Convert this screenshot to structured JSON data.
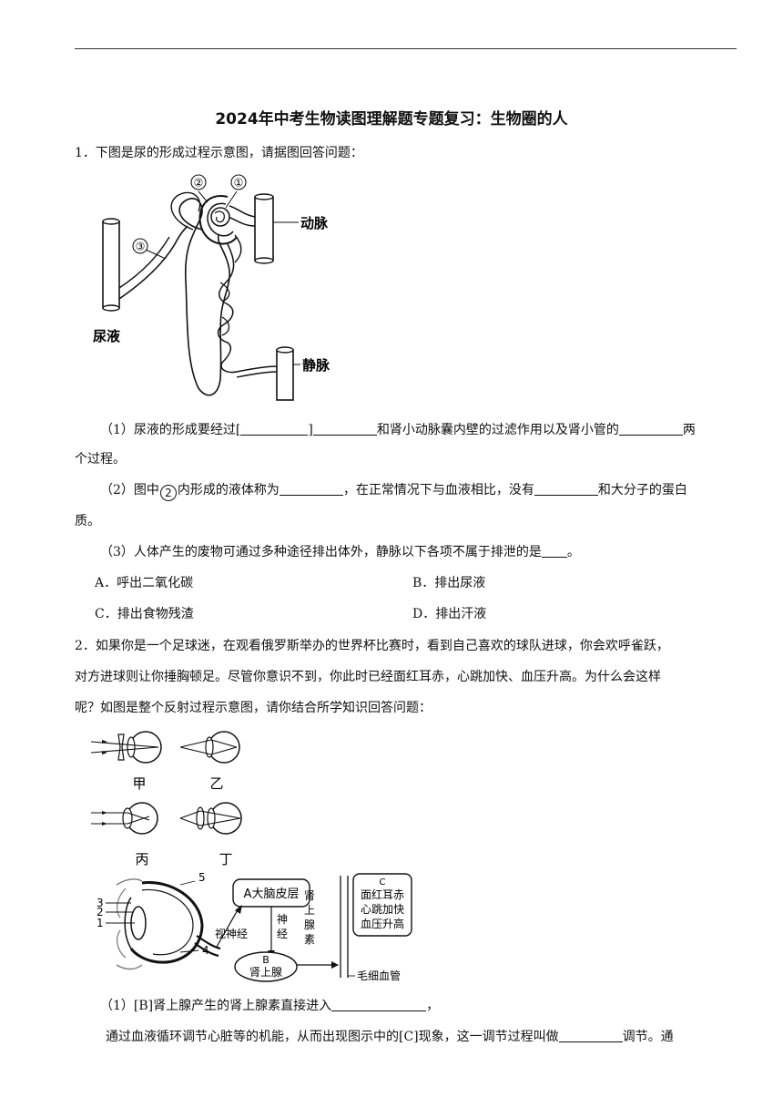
{
  "title": "2024年中考生物读图理解题专题复习：生物圈的人",
  "q1": {
    "stem": "1．下图是尿的形成过程示意图，请据图回答问题：",
    "figure_labels": {
      "c1": "①",
      "c2": "②",
      "c3": "③",
      "artery": "动脉",
      "vein": "静脉",
      "urine": "尿液"
    },
    "p1": {
      "a": "（1）尿液的形成要经过[",
      "b": "]",
      "c": "和肾小动脉囊内壁的过滤作用以及肾小管的",
      "d": "两",
      "e": "个过程。"
    },
    "p2": {
      "a": "（2）图中",
      "circ": "2",
      "b": "内形成的液体称为",
      "c": "，在正常情况下与血液相比，没有",
      "d": "和大分子的蛋白",
      "e": "质。"
    },
    "p3": {
      "a": "（3）人体产生的废物可通过多种途径排出体外，静脉以下各项不属于排泄的是",
      "b": "。"
    },
    "options": {
      "A": "A．呼出二氧化碳",
      "B": "B．排出尿液",
      "C": "C．排出食物残渣",
      "D": "D．排出汗液"
    }
  },
  "q2": {
    "line1": "2．如果你是一个足球迷，在观看俄罗斯举办的世界杯比赛时，看到自己喜欢的球队进球，你会欢呼雀跃，",
    "line2": "对方进球则让你捶胸顿足。尽管你意识不到，你此时已经面红耳赤，心跳加快、血压升高。为什么会这样",
    "line3": "呢？如图是整个反射过程示意图，请你结合所学知识回答问题：",
    "figure_labels": {
      "jia": "甲",
      "yi": "乙",
      "bing": "丙",
      "ding": "丁",
      "n1": "1",
      "n2": "2",
      "n3": "3",
      "n4": "4",
      "n5": "5",
      "A": "A大脑皮层",
      "shishenjing": "视神经",
      "shen": "神",
      "jing": "经",
      "hormone1": "肾",
      "hormone2": "上",
      "hormone3": "腺",
      "hormone4": "素",
      "B1": "B",
      "B2": "肾上腺",
      "C1": "C",
      "C2": "面红耳赤",
      "C3": "心跳加快",
      "C4": "血压升高",
      "capillary": "毛细血管"
    },
    "p1": {
      "a": "（1）[B]肾上腺产生的肾上腺素直接进入",
      "b": "，"
    },
    "p2": {
      "a": "通过血液循环调节心脏等的机能，从而出现图示中的[C]现象，这一调节过程叫做",
      "b": "调节。通"
    }
  }
}
